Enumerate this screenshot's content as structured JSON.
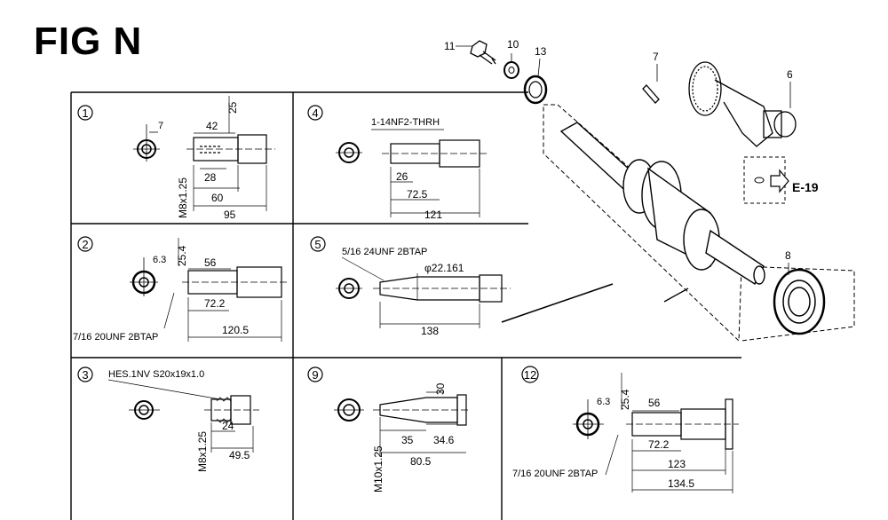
{
  "title": "FIG N",
  "panels": {
    "p1": {
      "num": "1",
      "d_small": "7",
      "d1": "42",
      "d2": "25",
      "d3": "28",
      "d4": "60",
      "d5": "95",
      "thread": "M8x1.25"
    },
    "p2": {
      "num": "2",
      "d_small": "6.3",
      "d1": "25.4",
      "d2": "56",
      "d3": "72.2",
      "d4": "120.5",
      "tap": "7/16 20UNF 2BTAP"
    },
    "p3": {
      "num": "3",
      "spec": "HES.1NV S20x19x1.0",
      "d1": "24",
      "d2": "49.5",
      "thread": "M8x1.25"
    },
    "p4": {
      "num": "4",
      "spec": "1-14NF2-THRH",
      "d1": "26",
      "d2": "72.5",
      "d3": "121"
    },
    "p5": {
      "num": "5",
      "spec": "5/16 24UNF 2BTAP",
      "diam": "φ22.161",
      "d1": "138"
    },
    "p9": {
      "num": "9",
      "d1": "30",
      "d2": "35",
      "d3": "34.6",
      "d4": "80.5",
      "thread": "M10x1.25"
    },
    "p12": {
      "num": "12",
      "d_small": "6.3",
      "d1": "25.4",
      "d2": "56",
      "d3": "72.2",
      "d4": "123",
      "d5": "134.5",
      "tap": "7/16 20UNF 2BTAP"
    }
  },
  "callouts": {
    "c11": "11",
    "c10": "10",
    "c13": "13",
    "c7": "7",
    "c6": "6",
    "c8": "8",
    "ref": "E-19"
  }
}
